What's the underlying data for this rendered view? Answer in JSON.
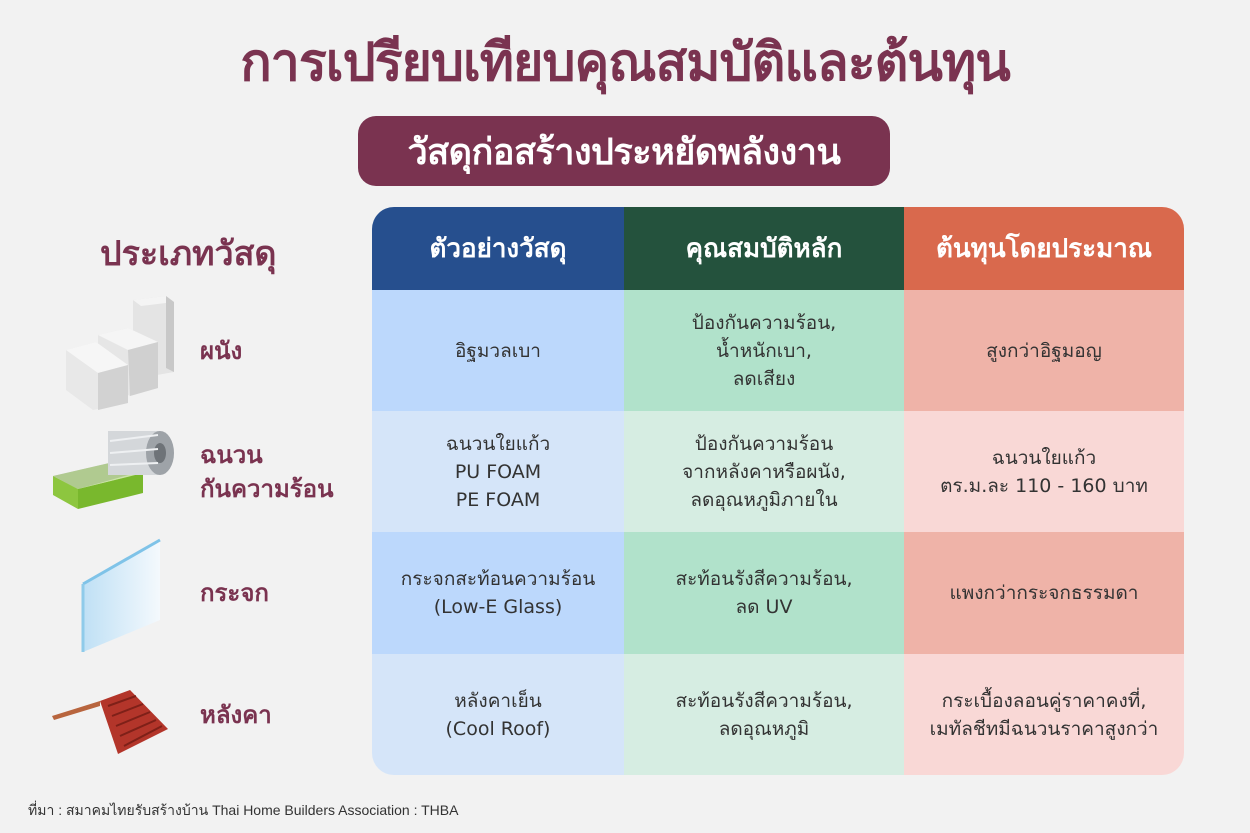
{
  "header": {
    "title": "การเปรียบเทียบคุณสมบัติและต้นทุน",
    "subtitle": "วัสดุก่อสร้างประหยัดพลังงาน"
  },
  "colors": {
    "brand": "#7a3350",
    "col1_header": "#264f8e",
    "col2_header": "#24523d",
    "col3_header": "#d9694d",
    "col1_dark": "#bcd8fc",
    "col1_light": "#d5e5f9",
    "col2_dark": "#b1e2cb",
    "col2_light": "#d6ede2",
    "col3_dark": "#efb3a8",
    "col3_light": "#f9d8d6",
    "background": "#f2f2f2"
  },
  "materials": {
    "heading": "ประเภทวัสดุ",
    "items": [
      {
        "label": "ผนัง",
        "icon": "concrete-block-icon"
      },
      {
        "label": "ฉนวน\nกันความร้อน",
        "icon": "insulation-roll-icon"
      },
      {
        "label": "กระจก",
        "icon": "glass-pane-icon"
      },
      {
        "label": "หลังคา",
        "icon": "roof-tile-icon"
      }
    ]
  },
  "table": {
    "headers": [
      "ตัวอย่างวัสดุ",
      "คุณสมบัติหลัก",
      "ต้นทุนโดยประมาณ"
    ],
    "rows": [
      {
        "example": "อิฐมวลเบา",
        "property": "ป้องกันความร้อน,\nน้ำหนักเบา,\nลดเสียง",
        "cost": "สูงกว่าอิฐมอญ"
      },
      {
        "example": "ฉนวนใยแก้ว\nPU FOAM\nPE FOAM",
        "property": "ป้องกันความร้อน\nจากหลังคาหรือผนัง,\nลดอุณหภูมิภายใน",
        "cost": "ฉนวนใยแก้ว\nตร.ม.ละ 110 - 160 บาท"
      },
      {
        "example": "กระจกสะท้อนความร้อน\n(Low-E Glass)",
        "property": "สะท้อนรังสีความร้อน,\nลด UV",
        "cost": "แพงกว่ากระจกธรรมดา"
      },
      {
        "example": "หลังคาเย็น\n(Cool Roof)",
        "property": "สะท้อนรังสีความร้อน,\nลดอุณหภูมิ",
        "cost": "กระเบื้องลอนคู่ราคาคงที่,\nเมทัลชีทมีฉนวนราคาสูงกว่า"
      }
    ]
  },
  "footer": {
    "source": "ที่มา : สมาคมไทยรับสร้างบ้าน Thai Home Builders Association : THBA"
  }
}
